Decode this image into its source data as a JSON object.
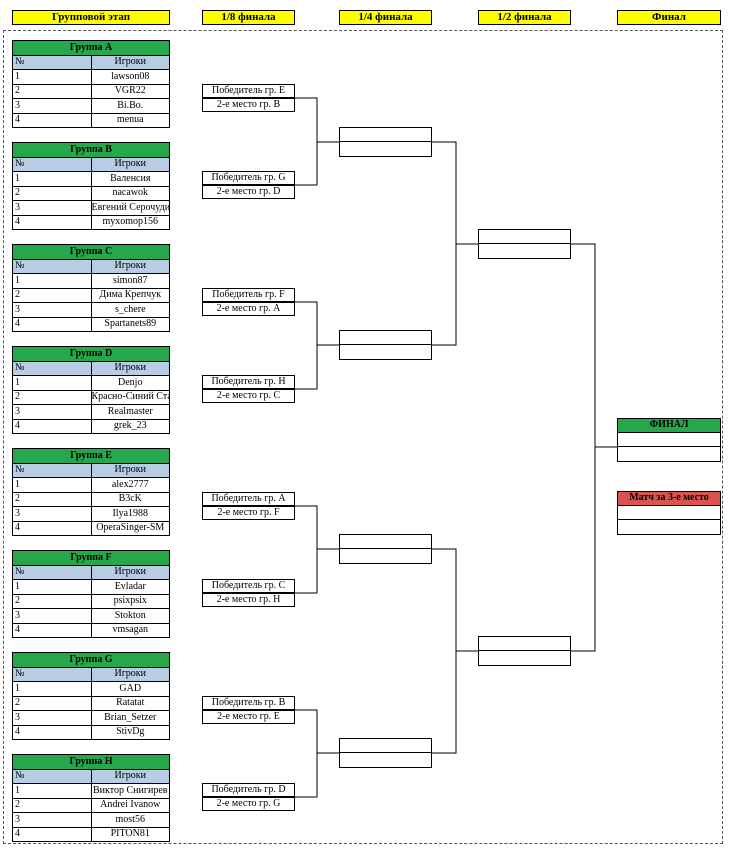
{
  "headers": {
    "group_stage": "Групповой этап",
    "r16": "1/8 финала",
    "qf": "1/4 финала",
    "sf": "1/2 финала",
    "final": "Финал"
  },
  "groups": [
    {
      "title": "Группа А",
      "num_header": "№",
      "players_header": "Игроки",
      "players": [
        {
          "n": "1",
          "name": "lawson08"
        },
        {
          "n": "2",
          "name": "VGR22"
        },
        {
          "n": "3",
          "name": "Bi.Bo."
        },
        {
          "n": "4",
          "name": "menua"
        }
      ]
    },
    {
      "title": "Группа В",
      "num_header": "№",
      "players_header": "Игроки",
      "players": [
        {
          "n": "1",
          "name": "Валенсия"
        },
        {
          "n": "2",
          "name": "nacawok"
        },
        {
          "n": "3",
          "name": "Евгений Серочудинов"
        },
        {
          "n": "4",
          "name": "myxomop156"
        }
      ]
    },
    {
      "title": "Группа С",
      "num_header": "№",
      "players_header": "Игроки",
      "players": [
        {
          "n": "1",
          "name": "simon87"
        },
        {
          "n": "2",
          "name": "Дима Крепчук"
        },
        {
          "n": "3",
          "name": "s_chere"
        },
        {
          "n": "4",
          "name": "Spartanets89"
        }
      ]
    },
    {
      "title": "Группа D",
      "num_header": "№",
      "players_header": "Игроки",
      "players": [
        {
          "n": "1",
          "name": "Denjo"
        },
        {
          "n": "2",
          "name": "Красно-Синий Стас"
        },
        {
          "n": "3",
          "name": "Realmaster"
        },
        {
          "n": "4",
          "name": "grek_23"
        }
      ]
    },
    {
      "title": "Группа Е",
      "num_header": "№",
      "players_header": "Игроки",
      "players": [
        {
          "n": "1",
          "name": "alex2777"
        },
        {
          "n": "2",
          "name": "B3cK"
        },
        {
          "n": "3",
          "name": "Ilya1988"
        },
        {
          "n": "4",
          "name": "OperaSinger-SM"
        }
      ]
    },
    {
      "title": "Группа F",
      "num_header": "№",
      "players_header": "Игроки",
      "players": [
        {
          "n": "1",
          "name": "Evladar"
        },
        {
          "n": "2",
          "name": "psixpsix"
        },
        {
          "n": "3",
          "name": "Stokton"
        },
        {
          "n": "4",
          "name": "vmsagan"
        }
      ]
    },
    {
      "title": "Группа G",
      "num_header": "№",
      "players_header": "Игроки",
      "players": [
        {
          "n": "1",
          "name": "GAD"
        },
        {
          "n": "2",
          "name": "Ratatat"
        },
        {
          "n": "3",
          "name": "Brian_Setzer"
        },
        {
          "n": "4",
          "name": "StivDg"
        }
      ]
    },
    {
      "title": "Группа H",
      "num_header": "№",
      "players_header": "Игроки",
      "players": [
        {
          "n": "1",
          "name": "Виктор Снигирев"
        },
        {
          "n": "2",
          "name": "Andrei Ivanow"
        },
        {
          "n": "3",
          "name": "most56"
        },
        {
          "n": "4",
          "name": "PITON81"
        }
      ]
    }
  ],
  "r16": [
    {
      "a": "Победитель  гр. E",
      "b": "2-е место  гр. B"
    },
    {
      "a": "Победитель гр. G",
      "b": "2-е место  гр. D"
    },
    {
      "a": "Победитель гр. F",
      "b": "2-е место  гр. A"
    },
    {
      "a": "Победитель гр. H",
      "b": "2-е место  гр. C"
    },
    {
      "a": "Победитель  гр. A",
      "b": "2-е место  гр. F"
    },
    {
      "a": "Победитель  гр. C",
      "b": "2-е место  гр. H"
    },
    {
      "a": "Победитель  гр. B",
      "b": "2-е место  гр. E"
    },
    {
      "a": "Победитель  гр. D",
      "b": "2-е место  гр. G"
    }
  ],
  "final": {
    "title": "ФИНАЛ",
    "color": "#27a74b"
  },
  "third_place": {
    "title": "Матч за 3-е место",
    "color": "#d9534f"
  },
  "colors": {
    "header_yellow": "#ffff00",
    "group_green": "#27a74b",
    "players_blue": "#b8cce4"
  }
}
